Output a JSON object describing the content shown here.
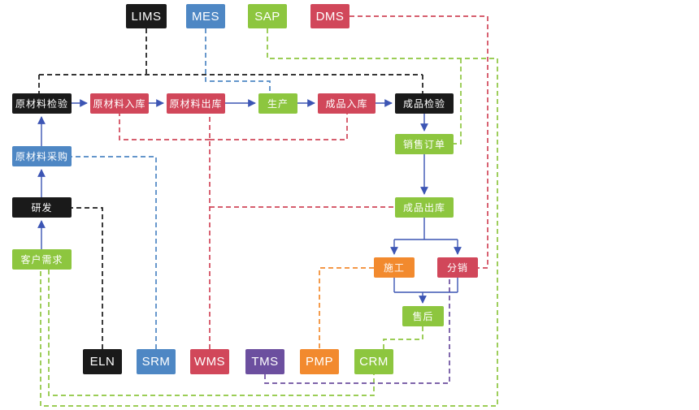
{
  "colors": {
    "background": "#ffffff",
    "flow_arrow": "#3c55b4",
    "black": "#1a1a1a",
    "blue": "#4e87c4",
    "green": "#8dc63f",
    "red": "#d1475a",
    "orange": "#f28a2e",
    "purple": "#6c4f9f"
  },
  "nodes": {
    "lims": {
      "label": "LIMS",
      "color": "#1a1a1a",
      "type": "system"
    },
    "mes": {
      "label": "MES",
      "color": "#4e87c4",
      "type": "system"
    },
    "sap": {
      "label": "SAP",
      "color": "#8dc63f",
      "type": "system"
    },
    "dms": {
      "label": "DMS",
      "color": "#d1475a",
      "type": "system"
    },
    "raw_inspection": {
      "label": "原材料检验",
      "color": "#1a1a1a",
      "type": "process"
    },
    "raw_inbound": {
      "label": "原材料入库",
      "color": "#d1475a",
      "type": "process"
    },
    "raw_outbound": {
      "label": "原材料出库",
      "color": "#d1475a",
      "type": "process"
    },
    "production": {
      "label": "生产",
      "color": "#8dc63f",
      "type": "process"
    },
    "finished_inbound": {
      "label": "成品入库",
      "color": "#d1475a",
      "type": "process"
    },
    "finished_inspection": {
      "label": "成品检验",
      "color": "#1a1a1a",
      "type": "process"
    },
    "raw_procurement": {
      "label": "原材料采购",
      "color": "#4e87c4",
      "type": "process"
    },
    "rnd": {
      "label": "研发",
      "color": "#1a1a1a",
      "type": "process"
    },
    "customer_demand": {
      "label": "客户需求",
      "color": "#8dc63f",
      "type": "process"
    },
    "sales_order": {
      "label": "销售订单",
      "color": "#8dc63f",
      "type": "process"
    },
    "finished_outbound": {
      "label": "成品出库",
      "color": "#8dc63f",
      "type": "process"
    },
    "construction": {
      "label": "施工",
      "color": "#f28a2e",
      "type": "process"
    },
    "distribution": {
      "label": "分销",
      "color": "#d1475a",
      "type": "process"
    },
    "after_sales": {
      "label": "售后",
      "color": "#8dc63f",
      "type": "process"
    },
    "eln": {
      "label": "ELN",
      "color": "#1a1a1a",
      "type": "system"
    },
    "srm": {
      "label": "SRM",
      "color": "#4e87c4",
      "type": "system"
    },
    "wms": {
      "label": "WMS",
      "color": "#d1475a",
      "type": "system"
    },
    "tms": {
      "label": "TMS",
      "color": "#6c4f9f",
      "type": "system"
    },
    "pmp": {
      "label": "PMP",
      "color": "#f28a2e",
      "type": "system"
    },
    "crm": {
      "label": "CRM",
      "color": "#8dc63f",
      "type": "system"
    }
  },
  "edges": {
    "flow": [
      {
        "from": "客户需求",
        "to": "研发",
        "style": "solid-arrow"
      },
      {
        "from": "研发",
        "to": "原材料采购",
        "style": "solid-arrow"
      },
      {
        "from": "原材料采购",
        "to": "原材料检验",
        "style": "solid-arrow"
      },
      {
        "from": "原材料检验",
        "to": "原材料入库",
        "style": "solid-arrow"
      },
      {
        "from": "原材料入库",
        "to": "原材料出库",
        "style": "solid-arrow"
      },
      {
        "from": "原材料出库",
        "to": "生产",
        "style": "solid-arrow"
      },
      {
        "from": "生产",
        "to": "成品入库",
        "style": "solid-arrow"
      },
      {
        "from": "成品入库",
        "to": "成品检验",
        "style": "solid-arrow"
      },
      {
        "from": "成品检验",
        "to": "销售订单",
        "style": "solid-arrow"
      },
      {
        "from": "销售订单",
        "to": "成品出库",
        "style": "solid-arrow"
      },
      {
        "from": "成品出库",
        "to": "施工",
        "style": "solid-arrow"
      },
      {
        "from": "成品出库",
        "to": "分销",
        "style": "solid-arrow"
      },
      {
        "from": "施工",
        "to": "售后",
        "style": "solid-arrow"
      },
      {
        "from": "分销",
        "to": "售后",
        "style": "solid-arrow"
      }
    ],
    "system_links": [
      {
        "system": "LIMS",
        "targets": [
          "原材料检验",
          "成品检验"
        ],
        "style": "dashed",
        "color": "#1a1a1a"
      },
      {
        "system": "MES",
        "targets": [
          "生产"
        ],
        "style": "dashed",
        "color": "#4e87c4"
      },
      {
        "system": "SAP",
        "targets": [
          "销售订单",
          "客户需求"
        ],
        "style": "dashed",
        "color": "#8dc63f"
      },
      {
        "system": "DMS",
        "targets": [
          "分销"
        ],
        "style": "dashed",
        "color": "#d1475a"
      },
      {
        "system": "ELN",
        "targets": [
          "研发"
        ],
        "style": "dashed",
        "color": "#1a1a1a"
      },
      {
        "system": "SRM",
        "targets": [
          "原材料采购"
        ],
        "style": "dashed",
        "color": "#4e87c4"
      },
      {
        "system": "WMS",
        "targets": [
          "原材料入库",
          "原材料出库",
          "成品入库",
          "成品出库"
        ],
        "style": "dashed",
        "color": "#d1475a"
      },
      {
        "system": "TMS",
        "targets": [
          "分销"
        ],
        "style": "dashed",
        "color": "#6c4f9f"
      },
      {
        "system": "PMP",
        "targets": [
          "施工"
        ],
        "style": "dashed",
        "color": "#f28a2e"
      },
      {
        "system": "CRM",
        "targets": [
          "客户需求",
          "售后"
        ],
        "style": "dashed",
        "color": "#8dc63f"
      }
    ]
  }
}
